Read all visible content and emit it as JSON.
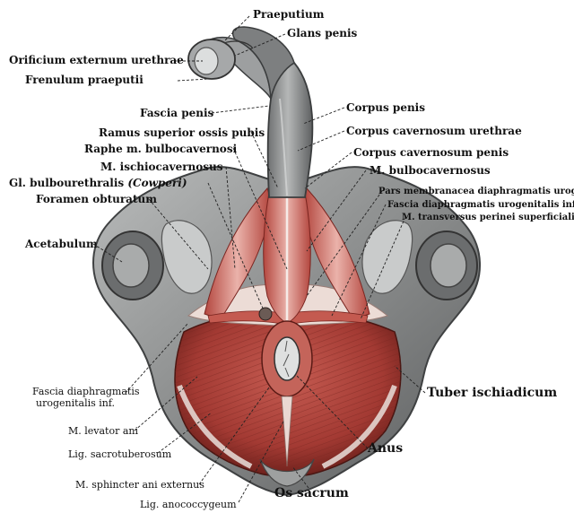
{
  "colors": {
    "bone": "#8b8d8d",
    "bone_dark": "#4f5152",
    "bone_light": "#c9cbcb",
    "muscle": "#b4443c",
    "muscle_light": "#e59a92",
    "muscle_dark": "#7a2520",
    "fascia": "#f1e7e2",
    "leader": "#222222"
  },
  "labels": {
    "praeputium": "Praeputium",
    "glans_penis": "Glans penis",
    "orificium": "Orificium externum urethrae",
    "frenulum": "Frenulum praeputii",
    "corpus_penis": "Corpus penis",
    "fascia_penis": "Fascia penis",
    "corpus_cav_urethrae": "Corpus cavernosum urethrae",
    "ramus_superior": "Ramus superior ossis pubis",
    "raphe": "Raphe m. bulbocavernosi",
    "corpus_cav_penis": "Corpus cavernosum penis",
    "m_ischiocavernosus": "M. ischiocavernosus",
    "m_bulbocavernosus": "M. bulbocavernosus",
    "gl_bulbourethralis": "Gl. bulbourethralis",
    "gl_bulbourethralis_italic": "(Cowperi)",
    "pars_membranacea": "Pars membranacea diaphragmatis urogenita",
    "foramen_obturatum": "Foramen obturatum",
    "fascia_diaph_urogen_inf": "Fascia diaphragmatis urogenitalis inf.",
    "m_transversus": "M. transversus perinei superficialis",
    "acetabulum": "Acetabulum",
    "tuber_ischiadicum": "Tuber ischiadicum",
    "fascia_diaph_1": "Fascia diaphragmatis",
    "fascia_diaph_2": "urogenitalis inf.",
    "m_levator_ani": "M. levator ani",
    "lig_sacrotuberosum": "Lig. sacrotuberosum",
    "anus": "Anus",
    "m_sphincter": "M. sphincter ani externus",
    "os_sacrum": "Os sacrum",
    "lig_anococcygeum": "Lig. anococcygeum"
  }
}
